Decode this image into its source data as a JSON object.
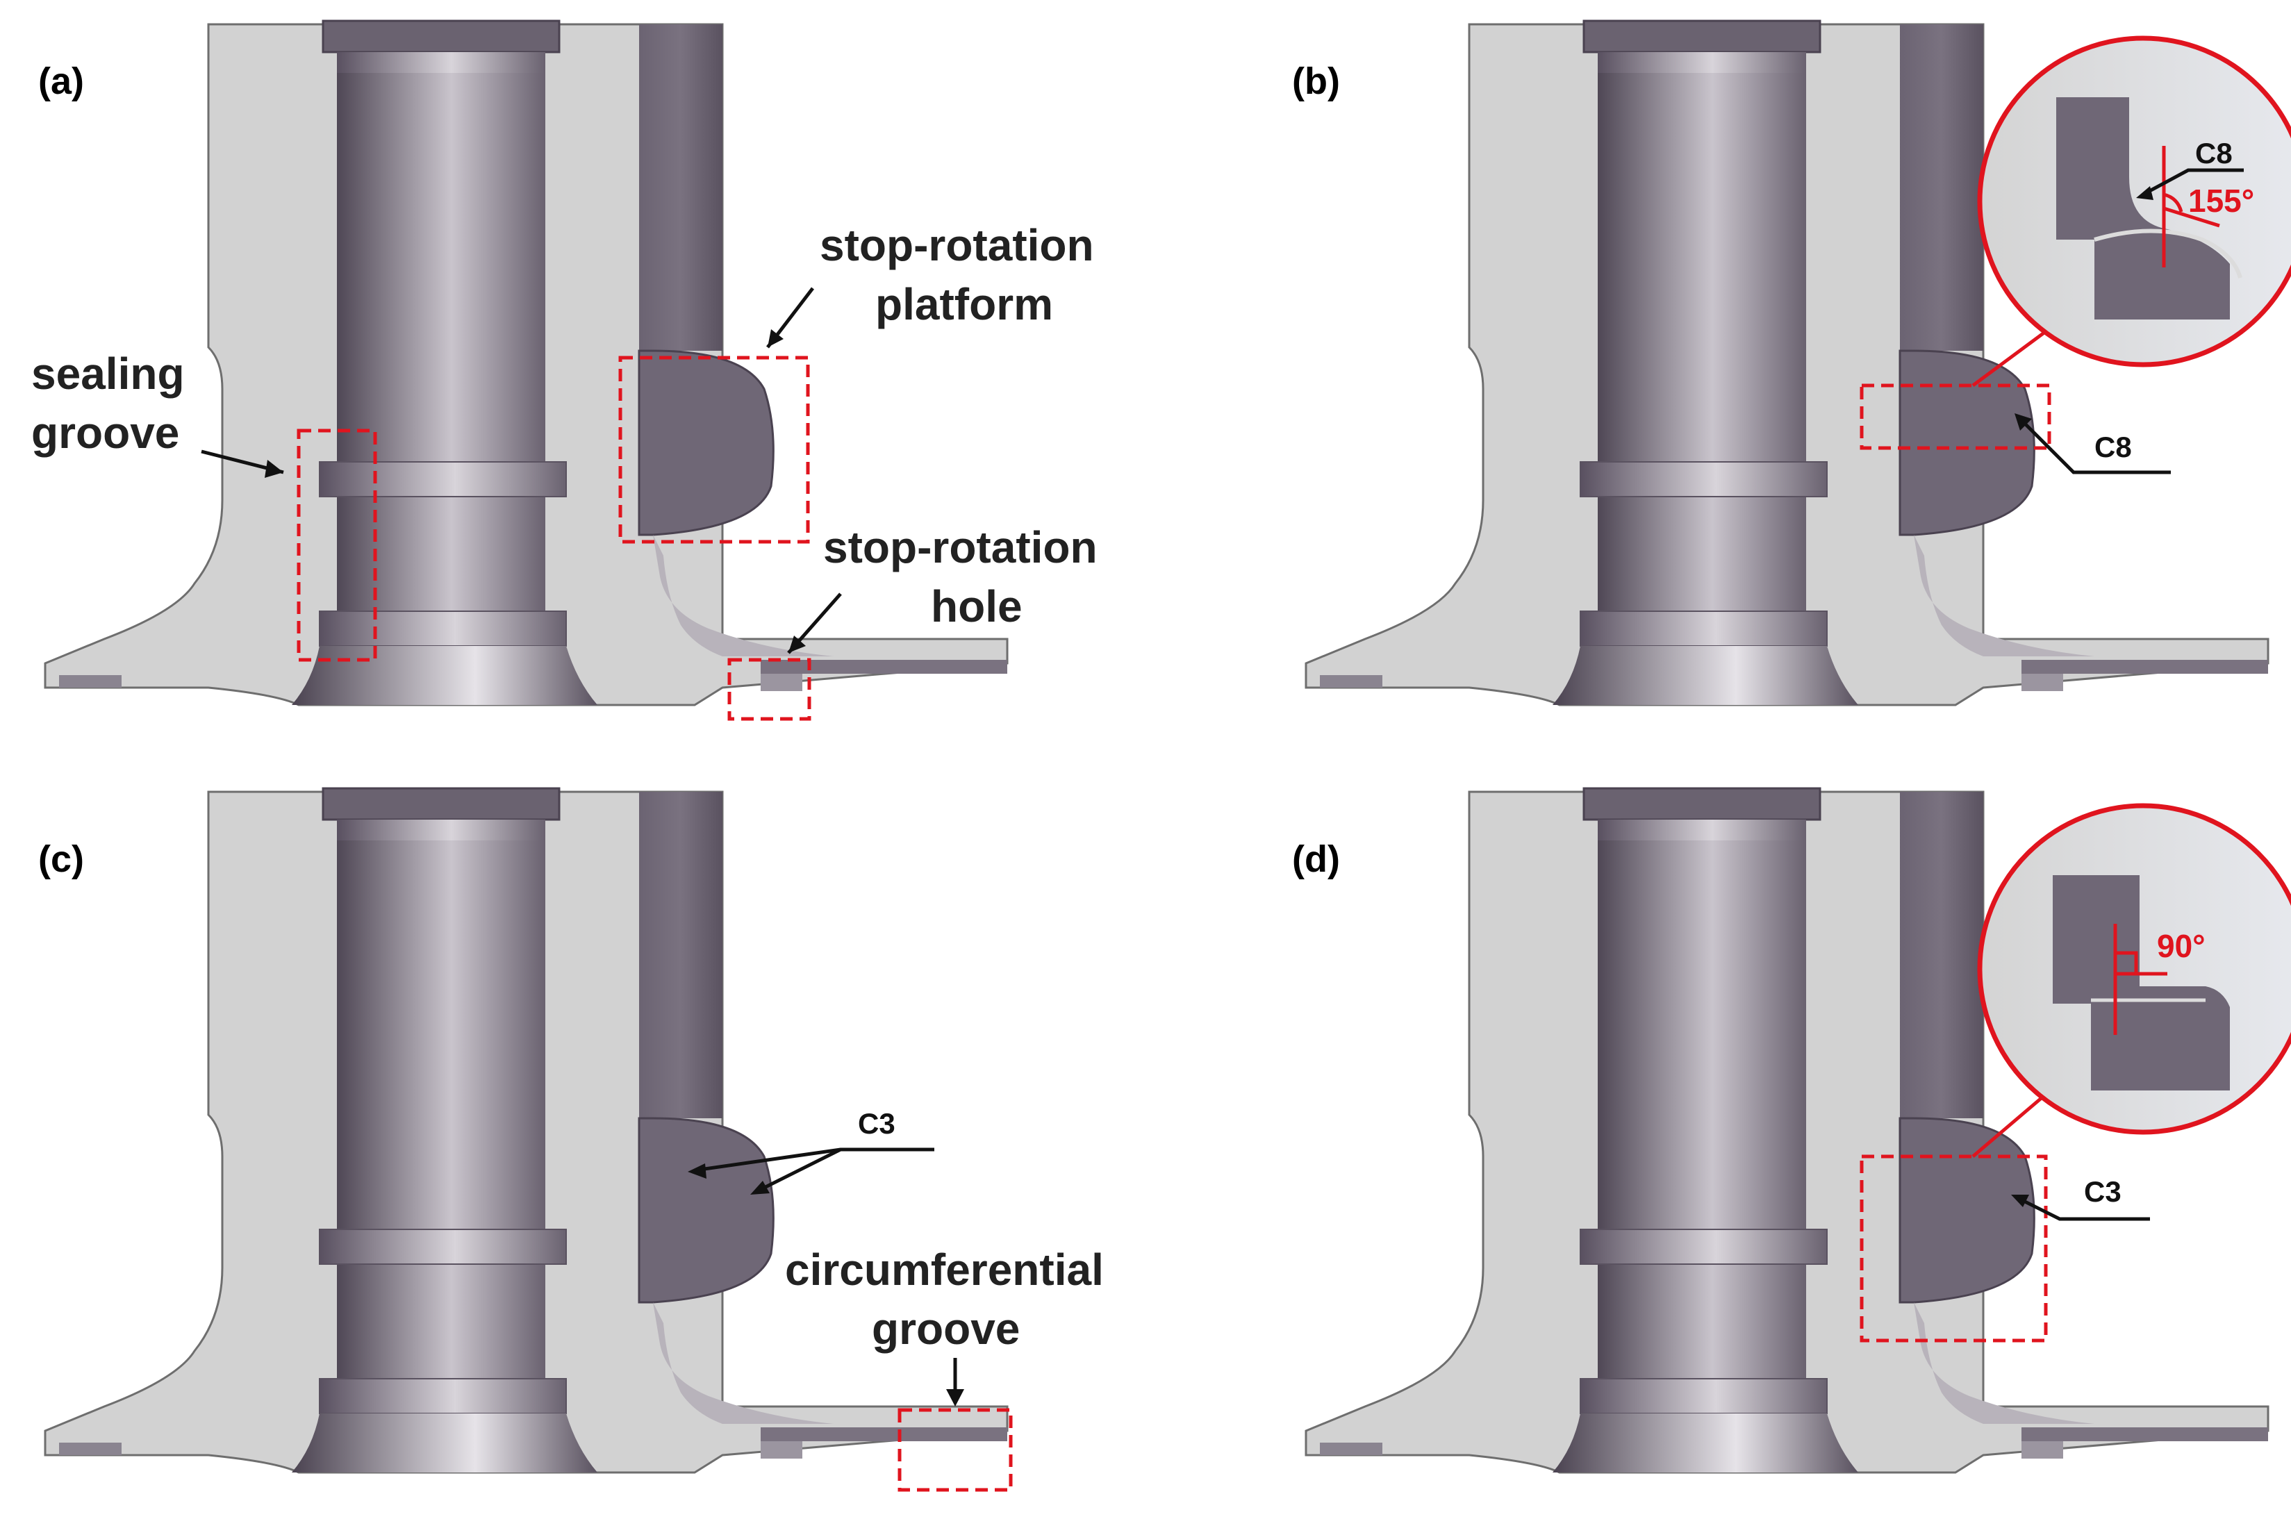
{
  "panels": [
    {
      "label": "(a)",
      "annotations": {
        "sealing_groove_line1": "sealing",
        "sealing_groove_line2": "groove",
        "platform_line1": "stop-rotation",
        "platform_line2": "platform",
        "hole_line1": "stop-rotation",
        "hole_line2": "hole"
      }
    },
    {
      "label": "(b)",
      "callouts": {
        "chamfer": "C8",
        "inset_chamfer": "C8",
        "inset_angle": "155°"
      }
    },
    {
      "label": "(c)",
      "callouts": {
        "chamfer": "C3",
        "groove_line1": "circumferential",
        "groove_line2": "groove"
      }
    },
    {
      "label": "(d)",
      "callouts": {
        "chamfer": "C3",
        "inset_angle": "90°"
      }
    }
  ],
  "colors": {
    "body": "#d2d2d2",
    "bore_dark": "#4f4755",
    "bore_light": "#c9c4cc",
    "highlight": "#e0141e",
    "leader": "#111111"
  }
}
